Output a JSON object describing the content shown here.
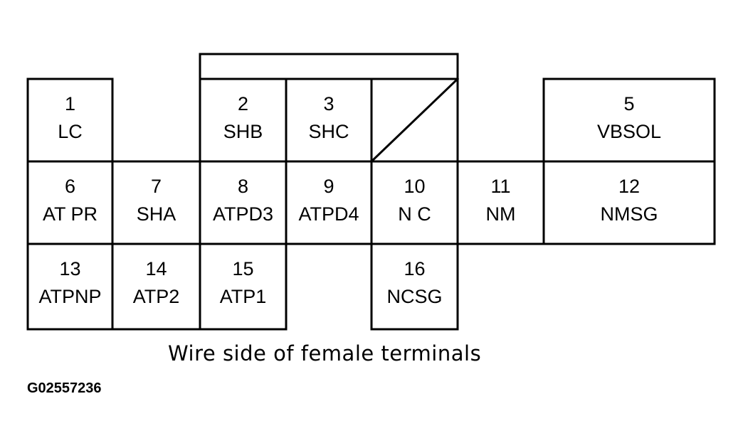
{
  "caption": "Wire side of female terminals",
  "figure_code": "G02557236",
  "terminals": [
    {
      "number": "1",
      "name": "LC"
    },
    {
      "number": "2",
      "name": "SHB"
    },
    {
      "number": "3",
      "name": "SHC"
    },
    {
      "number": "5",
      "name": "VBSOL"
    },
    {
      "number": "6",
      "name": "AT PR"
    },
    {
      "number": "7",
      "name": "SHA"
    },
    {
      "number": "8",
      "name": "ATPD3"
    },
    {
      "number": "9",
      "name": "ATPD4"
    },
    {
      "number": "10",
      "name": "N C"
    },
    {
      "number": "11",
      "name": "NM"
    },
    {
      "number": "12",
      "name": "NMSG"
    },
    {
      "number": "13",
      "name": "ATPNP"
    },
    {
      "number": "14",
      "name": "ATP2"
    },
    {
      "number": "15",
      "name": "ATP1"
    },
    {
      "number": "16",
      "name": "NCSG"
    }
  ]
}
